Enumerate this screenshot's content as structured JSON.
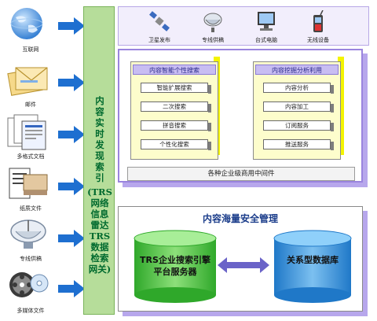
{
  "sources": [
    {
      "label": "互联网",
      "icon": "globe-icon"
    },
    {
      "label": "邮件",
      "icon": "envelope-icon"
    },
    {
      "label": "多格式文档",
      "icon": "documents-icon"
    },
    {
      "label": "纸质文件",
      "icon": "paper-file-icon"
    },
    {
      "label": "专线供稿",
      "icon": "satellite-dish-icon"
    },
    {
      "label": "多媒体文件",
      "icon": "film-reel-icon"
    }
  ],
  "middle": {
    "line1": [
      "内",
      "容",
      "实",
      "时",
      "发",
      "现",
      "索",
      "引"
    ],
    "line2": [
      "(TRS",
      "网络",
      "信息",
      "雷达",
      "TRS",
      "数据",
      "检索",
      "网关)"
    ]
  },
  "outputs": [
    {
      "label": "卫星发布",
      "icon": "satellite-icon"
    },
    {
      "label": "专线供稿",
      "icon": "dish-icon"
    },
    {
      "label": "台式电脑",
      "icon": "desktop-icon"
    },
    {
      "label": "无线设备",
      "icon": "mobile-icon"
    }
  ],
  "search_group": {
    "title": "内容智能个性搜索",
    "items": [
      "智能扩展搜索",
      "二次搜索",
      "拼音搜索",
      "个性化搜索"
    ]
  },
  "mining_group": {
    "title": "内容挖掘分析利用",
    "items": [
      "内容分析",
      "内容加工",
      "订阅服务",
      "推送服务"
    ]
  },
  "middleware_label": "各种企业级商用中间件",
  "storage": {
    "title": "内容海量安全管理",
    "engine_label": "TRS企业搜索引擎平台服务器",
    "db_label": "关系型数据库"
  },
  "colors": {
    "arrow": "#1e6fd0",
    "mid_bg": "#b6dd9a",
    "mid_text": "#006a2e",
    "panel_border": "#9a84de",
    "yellow": "#f4f400",
    "engine_green": "#49c43a",
    "db_blue": "#3c9ee0"
  }
}
